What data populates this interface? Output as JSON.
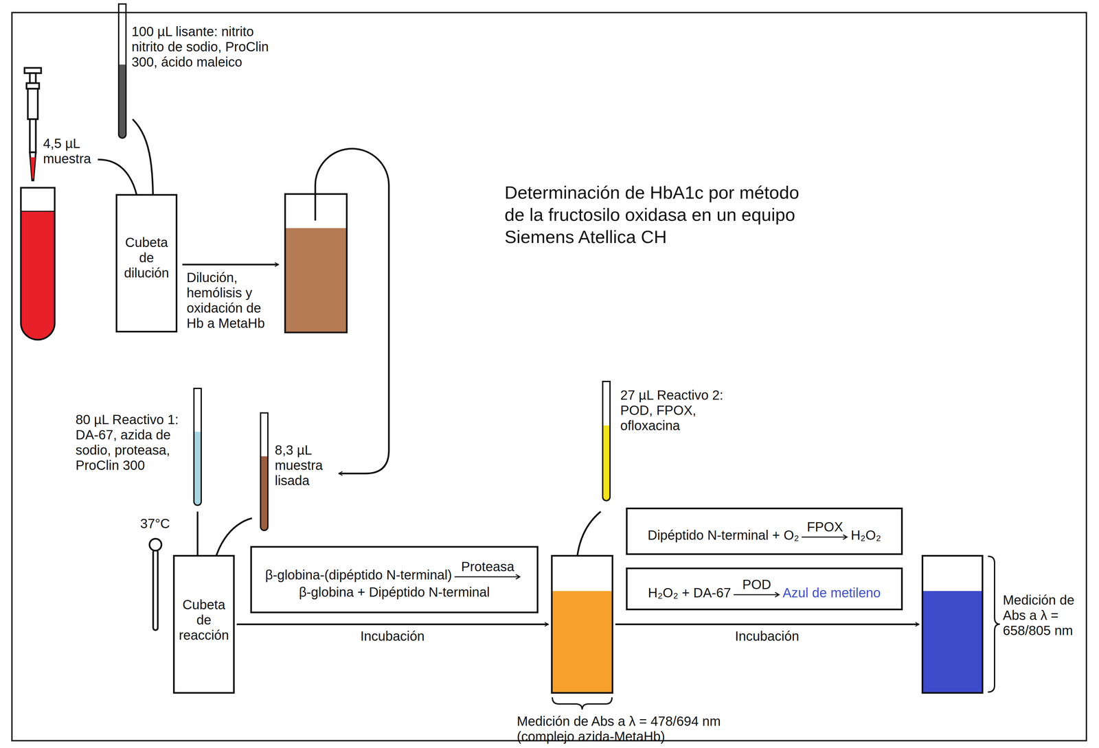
{
  "diagram": {
    "title": "Determinación de HbA1c por método de la fructosilo oxidasa en un equipo Siemens Atellica CH",
    "nodes": [
      {
        "text": [
          "Cubeta de dilución"
        ]
      },
      {
        "text": [
          "Cubeta de reacción"
        ]
      },
      {
        "text": [
          "β-globina-(dipéptido N-terminal)",
          "Proteasa",
          "β-globina + Dipéptido N-terminal"
        ]
      },
      {
        "text": [
          "Medición de Abs a λ = 478/694 nm (complejo azida-MetaHb)"
        ]
      },
      {
        "text": [
          "Dipéptido N-terminal + O₂",
          "FPOX",
          "H₂O₂"
        ]
      },
      {
        "text": [
          "H₂O₂ + DA-67",
          "POD",
          "Azul de metileno"
        ]
      },
      {
        "text": [
          "Medición de Abs a λ = 658/805 nm"
        ]
      }
    ],
    "edges": [
      {
        "from": 1,
        "to": 3,
        "label": "Incubación",
        "arrow": "to"
      },
      {
        "from": 3,
        "to": 6,
        "label": "Incubación",
        "arrow": "to"
      }
    ],
    "labels": [
      "100 µL lisante: nitrito nitrito de sodio, ProClin 300, ácido maleico",
      "4,5 µL muestra",
      "Dilución, hemólisis y oxidación de Hb a MetaHb",
      "80 µL Reactivo 1: DA-67, azida de sodio, proteasa, ProClin 300",
      "8,3 µL muestra lisada",
      "37°C",
      "27 µL Reactivo 2: POD, FPOX, ofloxacina"
    ]
  }
}
